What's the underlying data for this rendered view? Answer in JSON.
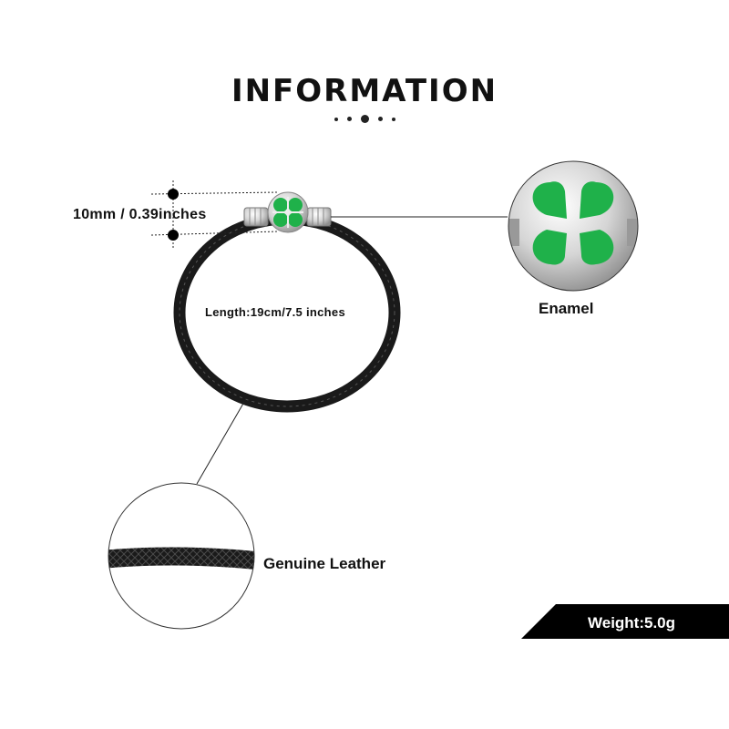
{
  "header": {
    "title": "INFORMATION"
  },
  "annotations": {
    "clasp_size": "10mm / 0.39inches",
    "length": "Length:19cm/7.5 inches",
    "clasp_material": "Enamel",
    "band_material": "Genuine Leather",
    "weight": "Weight:5.0g"
  },
  "colors": {
    "enamel_green": "#1fb14a",
    "leather_black": "#1a1a1a",
    "silver": "#c9c9c9",
    "banner": "#000000"
  },
  "icons": [
    "clover-clasp-icon",
    "braided-leather-icon"
  ]
}
